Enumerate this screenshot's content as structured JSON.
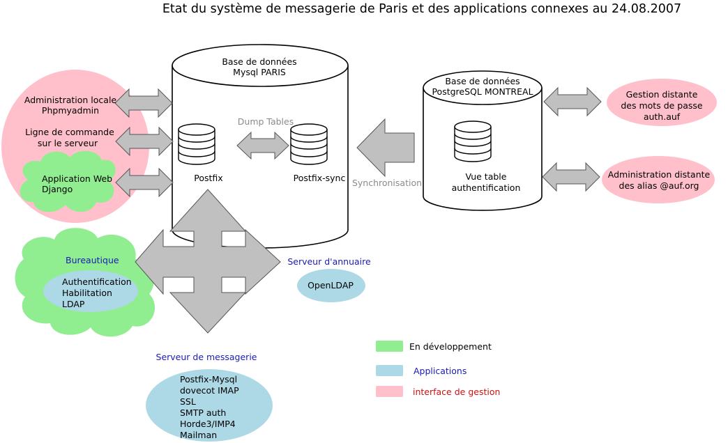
{
  "title": "Etat du système de messagerie de Paris et des applications connexes au 24.08.2007",
  "db_paris": {
    "line1": "Base de données",
    "line2": "Mysql PARIS"
  },
  "db_montreal": {
    "line1": "Base de données",
    "line2": "PostgreSQL MONTREAL"
  },
  "postfix": "Postfix",
  "postfix_sync": "Postfix-sync",
  "dump_tables": "Dump Tables",
  "synchronisation": "Synchronisation",
  "vue_table": {
    "line1": "Vue table",
    "line2": "authentification"
  },
  "left_interfaces": {
    "admin_locale": {
      "line1": "Administration locale",
      "line2": "Phpmyadmin"
    },
    "ligne_commande": {
      "line1": "Ligne de commande",
      "line2": "sur le serveur"
    },
    "app_web": {
      "line1": "Application Web",
      "line2": "Django"
    }
  },
  "right_interfaces": {
    "gestion_distante": {
      "line1": "Gestion distante",
      "line2": "des mots de passe",
      "line3": "auth.auf"
    },
    "admin_distante": {
      "line1": "Administration distante",
      "line2": "des alias @auf.org"
    }
  },
  "bureautique": {
    "label": "Bureautique",
    "items": [
      "Authentification",
      "Habilitation",
      "LDAP"
    ]
  },
  "annuaire": {
    "label": "Serveur d'annuaire",
    "item": "OpenLDAP"
  },
  "messagerie": {
    "label": "Serveur de messagerie",
    "items": [
      "Postfix-Mysql",
      "dovecot IMAP",
      "SSL",
      "SMTP auth",
      "Horde3/IMP4",
      "Mailman"
    ]
  },
  "legend": [
    {
      "label": "En développement",
      "color": "#90ee90"
    },
    {
      "label": "Applications",
      "color": "#add8e6"
    },
    {
      "label": "interface de gestion",
      "color": "#ffc0cb"
    }
  ],
  "colors": {
    "green": "#90ee90",
    "blue": "#add8e6",
    "pink": "#ffc0cb",
    "arrow": "#c0c0c0",
    "label_blue": "#1a1ab4",
    "label_red": "#cc1111",
    "label_grey": "#8a8a8a"
  }
}
